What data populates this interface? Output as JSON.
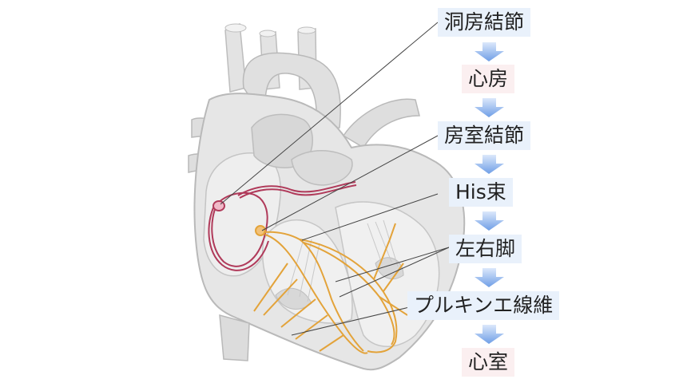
{
  "steps": [
    {
      "label": "洞房結節",
      "tint": "blue"
    },
    {
      "label": "心房",
      "tint": "pink"
    },
    {
      "label": "房室結節",
      "tint": "blue"
    },
    {
      "label": "His束",
      "tint": "blue"
    },
    {
      "label": "左右脚",
      "tint": "blue"
    },
    {
      "label": "プルキンエ線維",
      "tint": "blue"
    },
    {
      "label": "心室",
      "tint": "pink"
    }
  ],
  "colors": {
    "heart_fill": "#e6e6e6",
    "heart_stroke": "#b9b9b9",
    "sa_pathway": "#b03a5a",
    "conduction": "#e3a33a",
    "arrow": "#7fa7e8",
    "box_blue": "#e9f1fb",
    "box_pink": "#fbeff0"
  }
}
